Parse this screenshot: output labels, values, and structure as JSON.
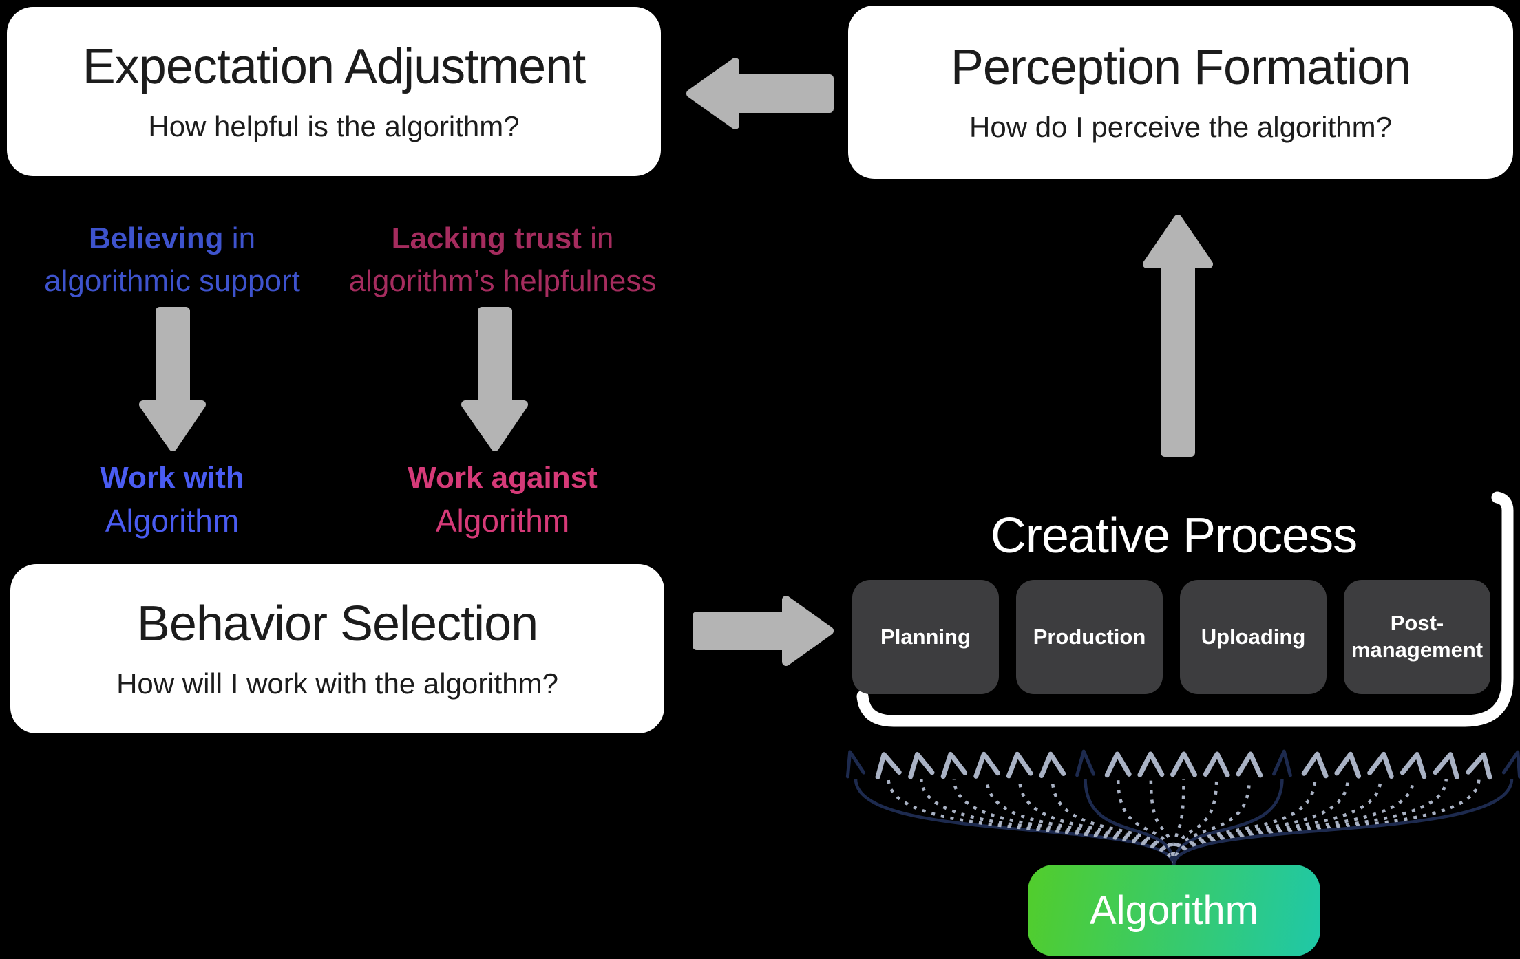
{
  "boxes": {
    "expectation_adjustment": {
      "title": "Expectation Adjustment",
      "subtitle": "How helpful is the algorithm?"
    },
    "perception_formation": {
      "title": "Perception Formation",
      "subtitle": "How do I perceive the algorithm?"
    },
    "behavior_selection": {
      "title": "Behavior Selection",
      "subtitle": "How will I work with the algorithm?"
    }
  },
  "belief_positive": {
    "bold": "Believing",
    "rest": " in",
    "line2": "algorithmic support",
    "color": "#3e53cd"
  },
  "belief_negative": {
    "bold": "Lacking trust",
    "rest": " in",
    "line2": "algorithm’s helpfulness",
    "color": "#a52c5e"
  },
  "action_positive": {
    "bold": "Work with",
    "line2": "Algorithm",
    "color": "#4a5cf2"
  },
  "action_negative": {
    "bold": "Work against",
    "line2": "Algorithm",
    "color": "#d63a78"
  },
  "creative_process": {
    "title": "Creative Process",
    "stages": [
      "Planning",
      "Production",
      "Uploading",
      "Post-management"
    ]
  },
  "algorithm": {
    "label": "Algorithm",
    "gradient_start": "#52cd2b",
    "gradient_end": "#1fc8a8"
  },
  "arrows": {
    "block_color": "#b4b4b4",
    "outline_color": "#ffffff",
    "fan": {
      "count": 21,
      "solid_indices": [
        0,
        7,
        13,
        20
      ],
      "dotted_color": "#a9b2c4",
      "solid_color": "#1d2a4e"
    }
  }
}
